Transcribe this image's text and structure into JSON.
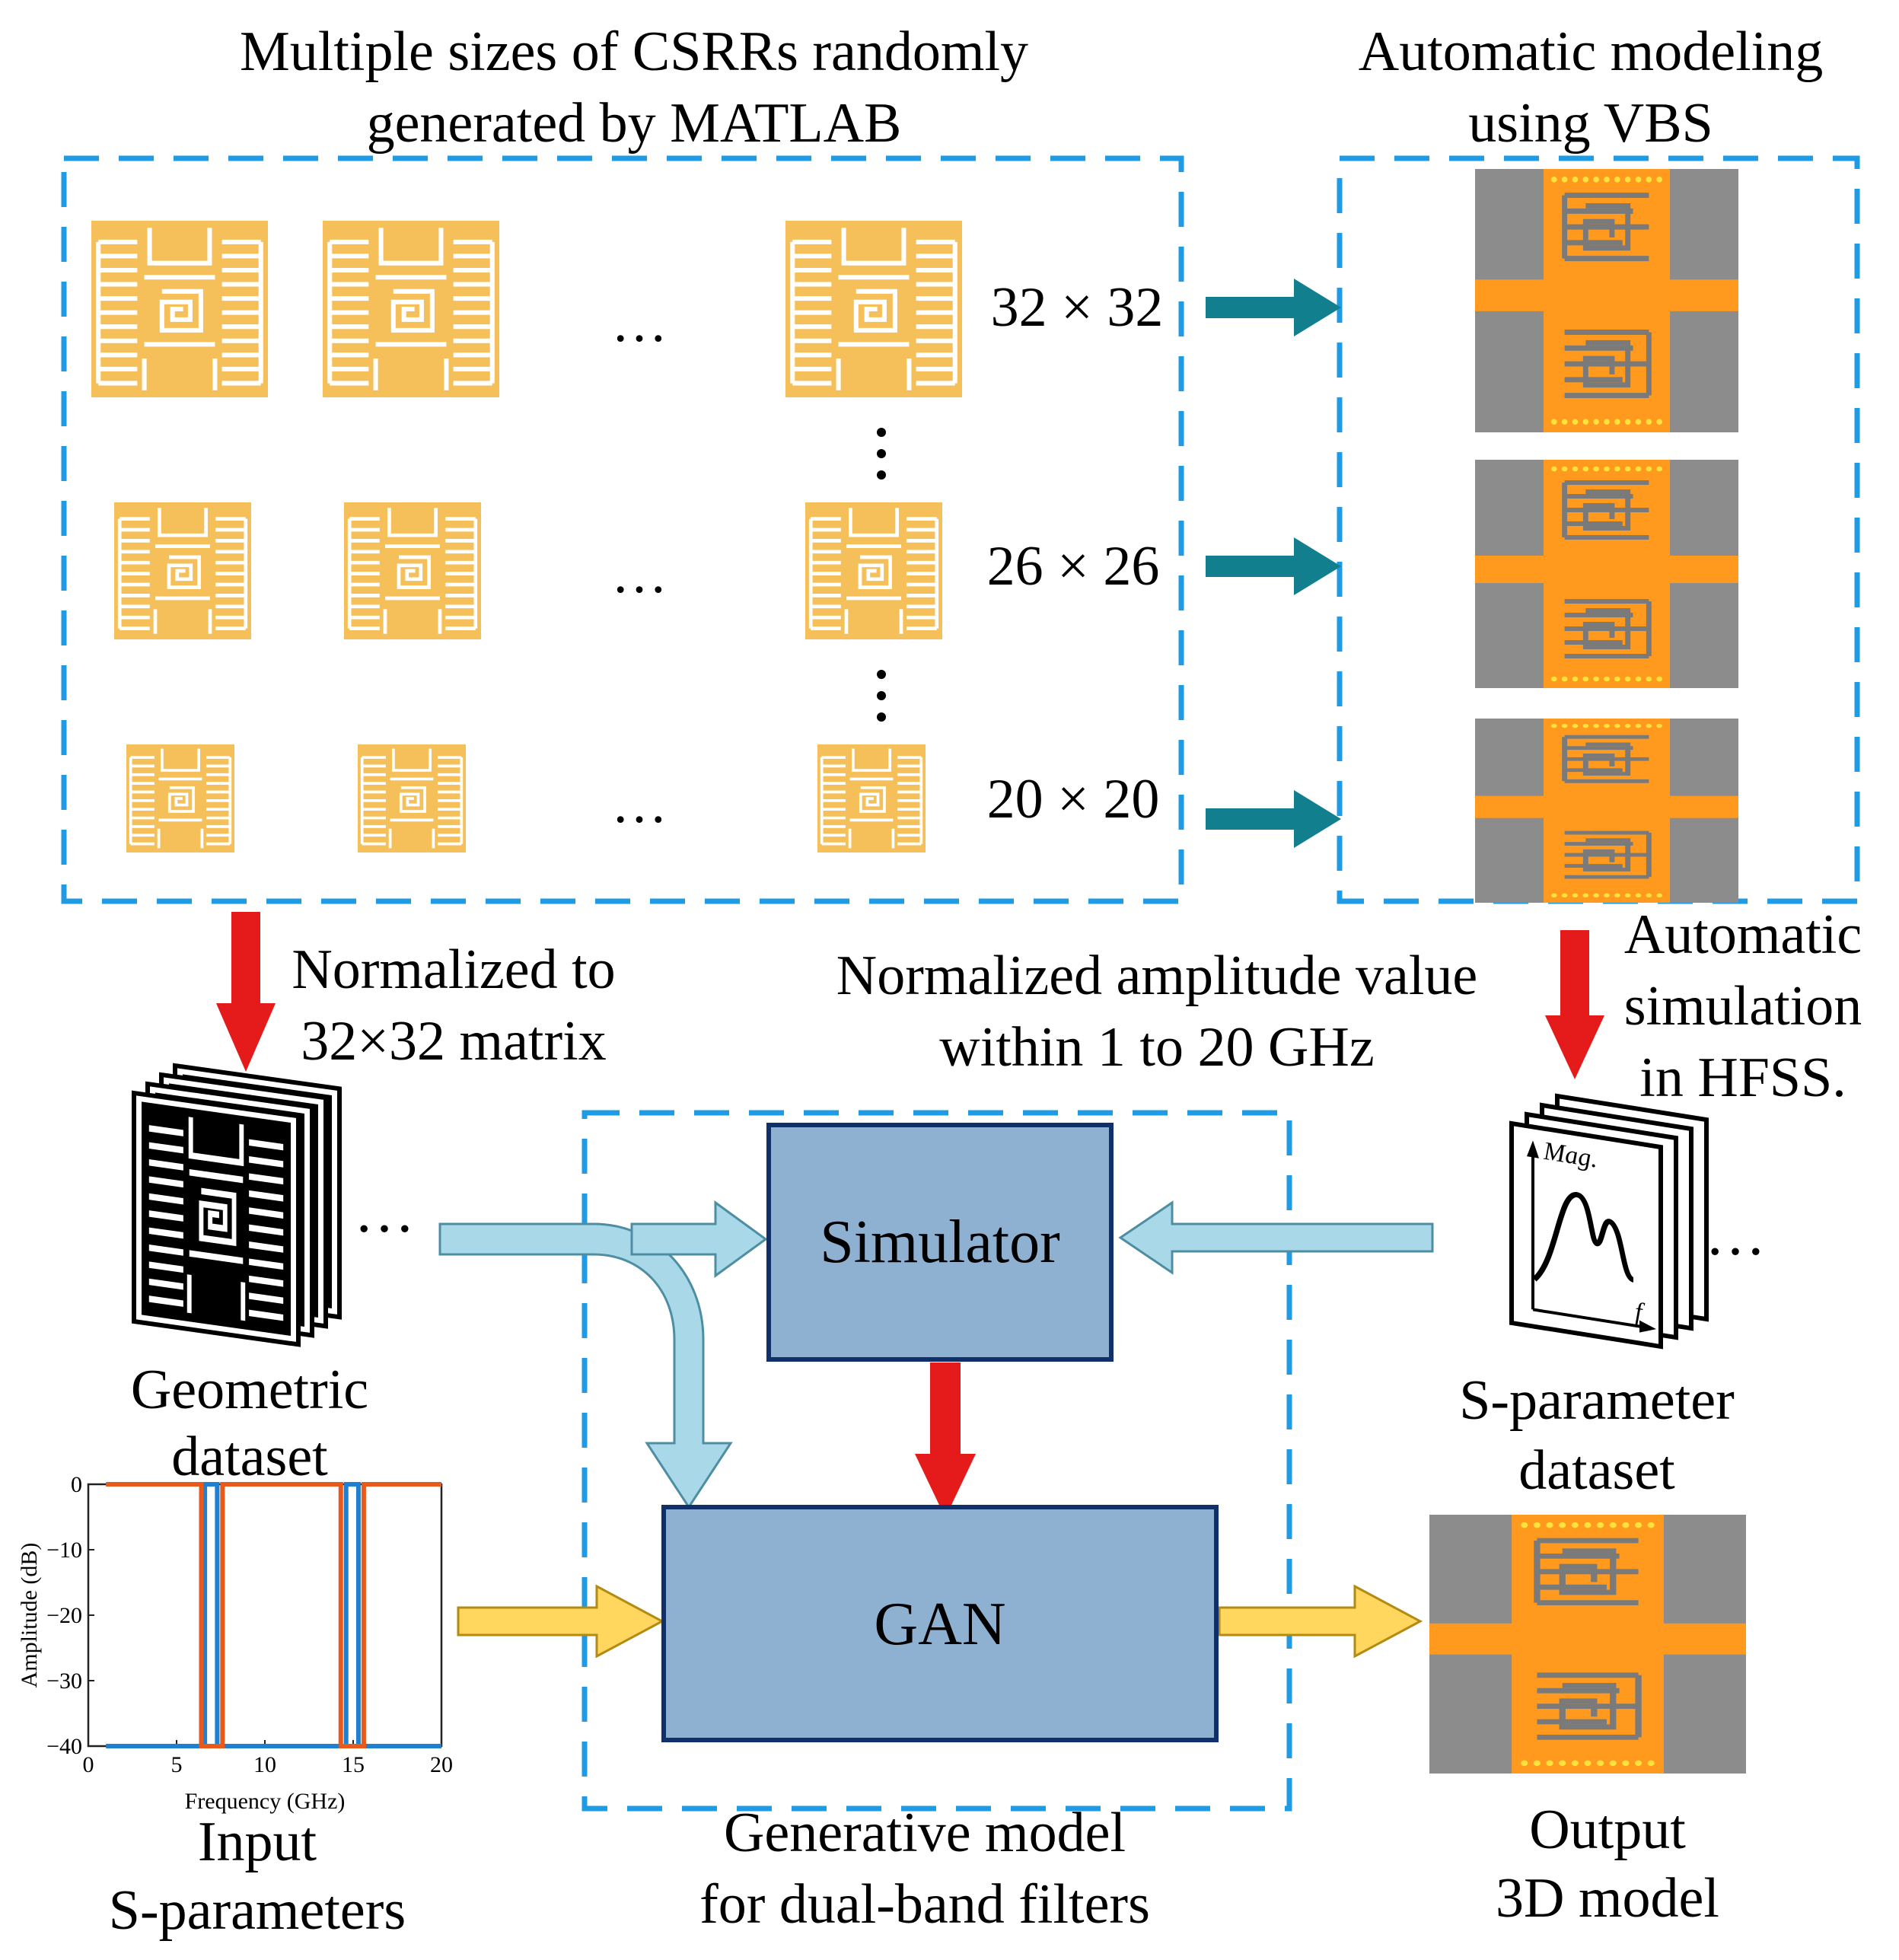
{
  "headings": {
    "csrr_line1": "Multiple sizes of CSRRs randomly",
    "csrr_line2": "generated by MATLAB",
    "vbs_line1": "Automatic modeling",
    "vbs_line2": "using VBS"
  },
  "sizes": {
    "row1": "32 × 32",
    "row2": "26 × 26",
    "row3": "20 × 20"
  },
  "ellipsis": "…",
  "annotations": {
    "normalized_line1": "Normalized to",
    "normalized_line2": "32×32 matrix",
    "amplitude_line1": "Normalized amplitude value",
    "amplitude_line2": "within 1 to 20 GHz",
    "hfss_line1": "Automatic",
    "hfss_line2": "simulation",
    "hfss_line3": "in HFSS."
  },
  "datasets": {
    "geometric_line1": "Geometric",
    "geometric_line2": "dataset",
    "sparam_line1": "S-parameter",
    "sparam_line2": "dataset",
    "mag_label": "Mag.",
    "f_label": "f"
  },
  "model": {
    "simulator": "Simulator",
    "gan": "GAN",
    "caption_line1": "Generative model",
    "caption_line2": "for dual-band filters"
  },
  "io": {
    "input_line1": "Input",
    "input_line2": "S-parameters",
    "output_line1": "Output",
    "output_line2": "3D model"
  },
  "colors": {
    "dashed_border": "#1f9be6",
    "csrr_gold": "#f5c05a",
    "pcb_orange": "#ff9a1e",
    "pcb_gray": "#8c8c8c",
    "teal_arrow": "#127f8f",
    "red_arrow": "#e51a1a",
    "lightblue_arrow": "#a9d8e8",
    "yellow_arrow": "#ffd75e",
    "block_fill": "#8eb0d1",
    "block_border": "#10306a",
    "s21_line": "#1f7fd0",
    "s11_line": "#e85a1c"
  },
  "chart_data": {
    "type": "line",
    "title": "",
    "xlabel": "Frequency (GHz)",
    "ylabel": "Amplitude (dB)",
    "xlim": [
      0,
      20
    ],
    "ylim": [
      -40,
      0
    ],
    "xticks": [
      0,
      5,
      10,
      15,
      20
    ],
    "yticks": [
      0,
      -10,
      -20,
      -30,
      -40
    ],
    "grid": false,
    "legend": "none",
    "series": [
      {
        "color": "#1f7fd0",
        "x": [
          1,
          6.6,
          6.6,
          7.3,
          7.3,
          14.6,
          14.6,
          15.3,
          15.3,
          20
        ],
        "y": [
          -40,
          -40,
          0,
          0,
          -40,
          -40,
          0,
          0,
          -40,
          -40
        ]
      },
      {
        "color": "#e85a1c",
        "x": [
          1,
          6.4,
          6.4,
          7.6,
          7.6,
          14.3,
          14.3,
          15.6,
          15.6,
          20
        ],
        "y": [
          0,
          0,
          -40,
          -40,
          0,
          0,
          -40,
          -40,
          0,
          0
        ]
      }
    ]
  }
}
